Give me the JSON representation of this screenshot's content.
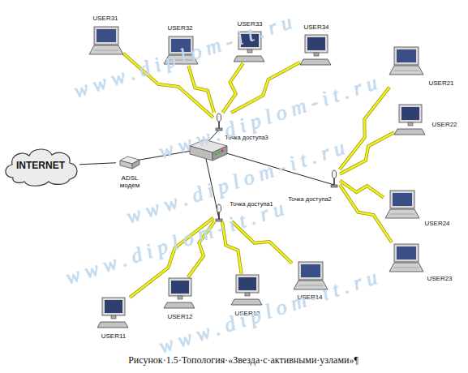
{
  "diagram": {
    "caption": "Рисунок·1.5·Топология·«Звезда·с·активными·узлами»¶",
    "nodes": [
      {
        "text": [
          "INTERNET"
        ]
      },
      {
        "text": [
          "ADSL модем"
        ]
      },
      {
        "text": [
          "Точка доступа3"
        ]
      },
      {
        "text": [
          "USER31"
        ]
      },
      {
        "text": [
          "USER32"
        ]
      },
      {
        "text": [
          "USER33"
        ]
      },
      {
        "text": [
          "USER34"
        ]
      },
      {
        "text": [
          "Точка доступа2"
        ]
      },
      {
        "text": [
          "USER21"
        ]
      },
      {
        "text": [
          "USER22"
        ]
      },
      {
        "text": [
          "USER24"
        ]
      },
      {
        "text": [
          "USER23"
        ]
      },
      {
        "text": [
          "Точка доступа1"
        ]
      },
      {
        "text": [
          "USER11"
        ]
      },
      {
        "text": [
          "USER12"
        ]
      },
      {
        "text": [
          "USER13"
        ]
      },
      {
        "text": [
          "USER14"
        ]
      }
    ],
    "edges": [
      {
        "from": 0,
        "to": 1,
        "arrow": "none"
      },
      {
        "from": 2,
        "to": 3,
        "arrow": "none"
      },
      {
        "from": 2,
        "to": 4,
        "arrow": "none"
      },
      {
        "from": 2,
        "to": 5,
        "arrow": "none"
      },
      {
        "from": 2,
        "to": 6,
        "arrow": "none"
      },
      {
        "from": 7,
        "to": 8,
        "arrow": "none"
      },
      {
        "from": 7,
        "to": 9,
        "arrow": "none"
      },
      {
        "from": 7,
        "to": 10,
        "arrow": "none"
      },
      {
        "from": 7,
        "to": 11,
        "arrow": "none"
      },
      {
        "from": 12,
        "to": 13,
        "arrow": "none"
      },
      {
        "from": 12,
        "to": 14,
        "arrow": "none"
      },
      {
        "from": 12,
        "to": 15,
        "arrow": "none"
      },
      {
        "from": 12,
        "to": 16,
        "arrow": "none"
      }
    ],
    "labels": [
      "w w w . d i p l o m - i t . r u",
      "w w w . d i p l o m - i t . r u",
      "w w w . d i p l o m - i t . r u",
      "w w w . d i p l o m - i t . r u",
      "w w w . d i p l o m - i t . r u"
    ]
  }
}
